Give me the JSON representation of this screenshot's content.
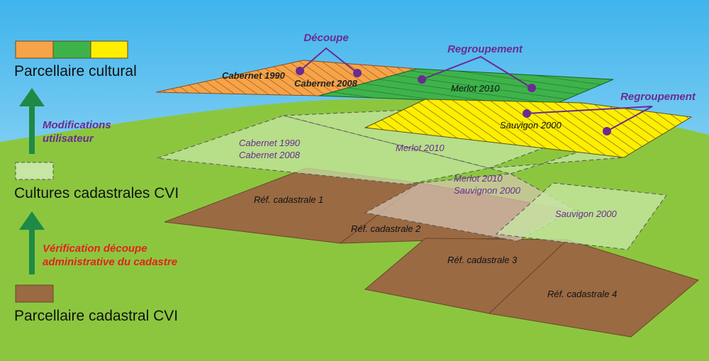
{
  "legend": {
    "cultural": {
      "label": "Parcellaire cultural",
      "swatches": [
        "#f7a347",
        "#3db34a",
        "#ffee00"
      ]
    },
    "cvi_cultures": {
      "label": "Cultures cadastrales CVI"
    },
    "cadastral": {
      "label": "Parcellaire cadastral CVI"
    },
    "arrow_top": {
      "line1": "Modifications",
      "line2": "utilisateur"
    },
    "arrow_bottom": {
      "line1": "Vérification découpe",
      "line2": "administrative du cadastre"
    }
  },
  "cultural_layer": {
    "parcels": [
      "Cabernet 1990",
      "Cabernet 2008",
      "Merlot 2010",
      "Sauvigon 2000"
    ],
    "callouts": {
      "decoupe": "Découpe",
      "regroupement_1": "Regroupement",
      "regroupement_2": "Regroupement"
    }
  },
  "cvi_layer": {
    "labels": {
      "cab1": "Cabernet 1990",
      "cab2": "Cabernet 2008",
      "merlot": "Merlot 2010",
      "merlot_b": "Merlot 2010",
      "sauv_b": "Sauvignon 2000",
      "sauv": "Sauvigon 2000"
    }
  },
  "cadastral_layer": {
    "parcels": [
      "Réf. cadastrale 1",
      "Réf. cadastrale 2",
      "Réf. cadastrale 3",
      "Réf. cadastrale 4"
    ]
  },
  "colors": {
    "sky_top": "#3fb4ec",
    "sky_bottom": "#c9ecfb",
    "grass": "#8cc63f",
    "orange": "#f7a347",
    "green": "#3db34a",
    "yellow": "#ffee00",
    "cvi_fill": "#b3dc8b",
    "cadastre": "#9a6a43",
    "purple": "#6a2c91",
    "red_text": "#e2231a",
    "arrow_green": "#1e8a45"
  }
}
